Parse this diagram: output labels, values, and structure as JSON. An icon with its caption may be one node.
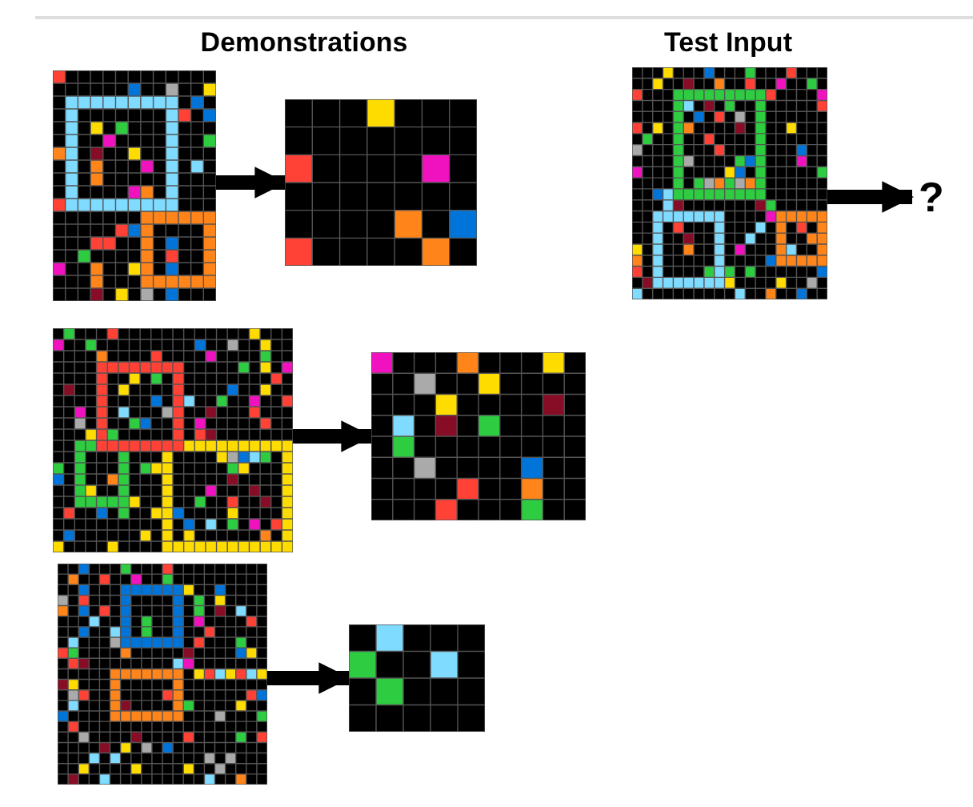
{
  "diagram": {
    "nodes": [
      {
        "text": [],
        "shape": "picture"
      },
      {
        "text": [],
        "shape": "picture"
      },
      {
        "text": [],
        "shape": "picture"
      },
      {
        "text": [],
        "shape": "picture"
      },
      {
        "text": [],
        "shape": "picture"
      },
      {
        "text": [],
        "shape": "picture"
      },
      {
        "text": [],
        "shape": "picture"
      },
      {
        "text": [
          "?"
        ]
      }
    ],
    "edges": [
      {
        "from": 0,
        "to": 1,
        "arrow": "to"
      },
      {
        "from": 2,
        "to": 3,
        "arrow": "to"
      },
      {
        "from": 4,
        "to": 5,
        "arrow": "to"
      },
      {
        "from": 6,
        "to": 7,
        "arrow": "to"
      }
    ],
    "labels": [
      "Demonstrations",
      "Test Input"
    ]
  }
}
